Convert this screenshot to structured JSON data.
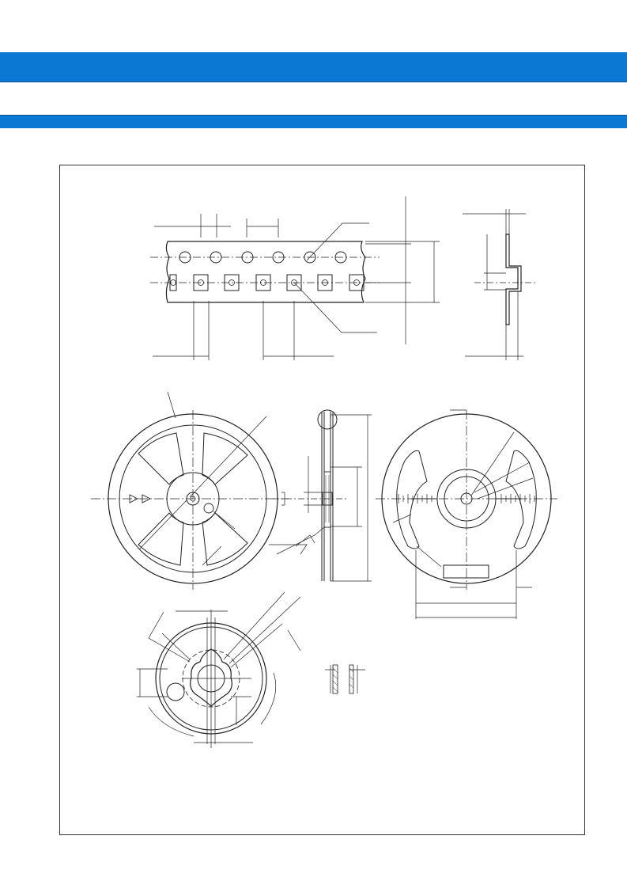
{
  "page": {
    "colors": {
      "band": "#0b78d4",
      "band_edge": "#0a4f8f",
      "line": "#222222",
      "frame": "#333333"
    }
  },
  "header": {
    "top_band": {
      "icon": "none"
    },
    "sub_band": {
      "icon": "none"
    }
  },
  "drawing": {
    "views": [
      {
        "name": "carrier-tape-plan-view",
        "icon": "sprocket-holes-and-pockets"
      },
      {
        "name": "carrier-tape-section-view",
        "icon": "tape-cross-section"
      },
      {
        "name": "reel-front-view",
        "icon": "spoked-reel"
      },
      {
        "name": "reel-side-view",
        "icon": "reel-edge-section"
      },
      {
        "name": "reel-back-view",
        "icon": "slotted-reel-window"
      },
      {
        "name": "hub-detail-view",
        "icon": "three-lobe-hub"
      }
    ]
  }
}
